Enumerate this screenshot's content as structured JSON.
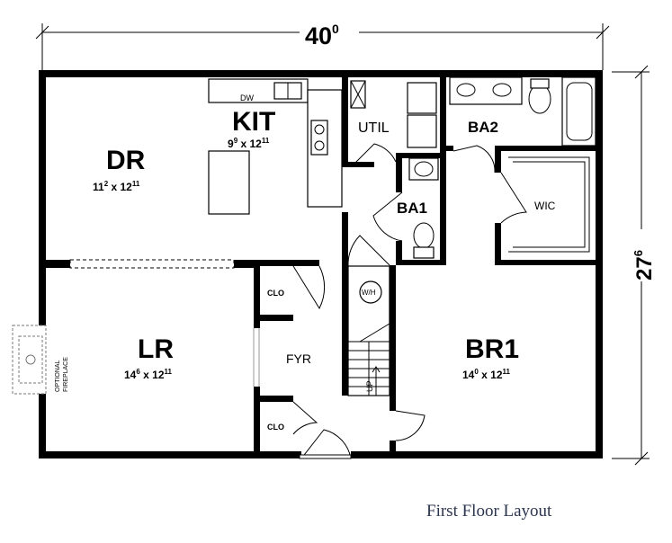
{
  "overall": {
    "width": {
      "main": "40",
      "sup": "0"
    },
    "depth": {
      "main": "27",
      "sup": "6"
    }
  },
  "rooms": {
    "kit": {
      "name": "KIT",
      "d1": "9",
      "d1s": "9",
      "d2": "12",
      "d2s": "11"
    },
    "dr": {
      "name": "DR",
      "d1": "11",
      "d1s": "2",
      "d2": "12",
      "d2s": "11"
    },
    "lr": {
      "name": "LR",
      "d1": "14",
      "d1s": "6",
      "d2": "12",
      "d2s": "11"
    },
    "br1": {
      "name": "BR1",
      "d1": "14",
      "d1s": "0",
      "d2": "12",
      "d2s": "11"
    },
    "util": {
      "name": "UTIL"
    },
    "ba2": {
      "name": "BA2"
    },
    "ba1": {
      "name": "BA1"
    },
    "wic": {
      "name": "WIC"
    },
    "fyr": {
      "name": "FYR"
    },
    "clo_top": {
      "name": "CLO"
    },
    "clo_bottom": {
      "name": "CLO"
    }
  },
  "labels": {
    "dw": "DW",
    "wh": "W/H",
    "up": "UP",
    "fireplace_line1": "OPTIONAL",
    "fireplace_line2": "FIREPLACE"
  },
  "caption": "First Floor Layout"
}
